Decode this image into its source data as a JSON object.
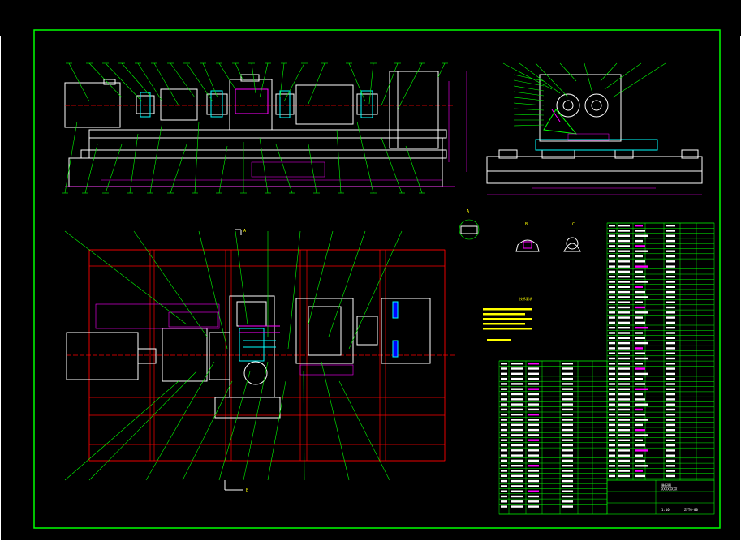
{
  "drawing": {
    "title_block": {
      "company_line1": "装配图",
      "company_line2": "XXXXXXXX",
      "drawing_number": "ZFTG-00",
      "scale_label": "1:10"
    },
    "section_labels": {
      "view_a": "A",
      "view_b": "B",
      "view_c": "C",
      "arrow_a": "A",
      "arrow_b": "B"
    },
    "tech_notes_title": "技术要求"
  }
}
